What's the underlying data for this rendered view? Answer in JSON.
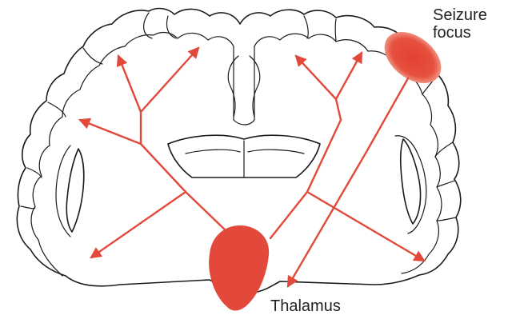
{
  "labels": {
    "seizure_focus_line1": "Seizure",
    "seizure_focus_line2": "focus",
    "thalamus": "Thalamus"
  },
  "colors": {
    "pathway": "#e2493a",
    "outline": "#1a1a1a",
    "background": "#ffffff"
  }
}
